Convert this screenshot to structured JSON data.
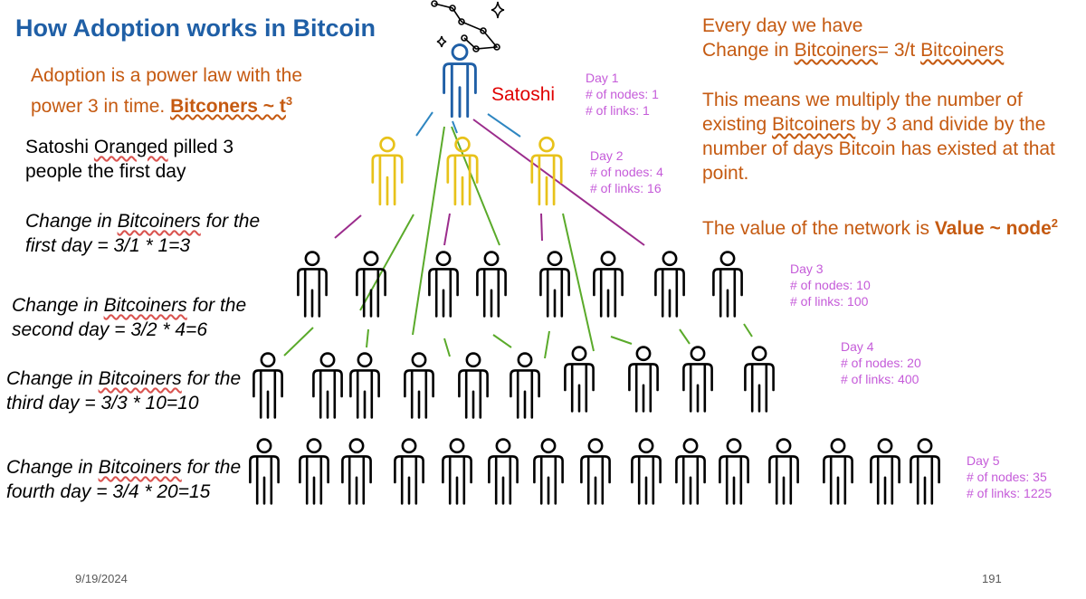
{
  "title": "How Adoption works in Bitcoin",
  "intro": {
    "line1": "Adoption is a power law with the",
    "line2a": "power 3 in time. ",
    "formula": "Bitconers ~ t",
    "exp": "3"
  },
  "satoshi_label": "Satoshi",
  "left_notes": {
    "satoshi_a": "Satoshi ",
    "satoshi_b": "Oranged",
    "satoshi_c": " pilled 3",
    "satoshi_d": "people the first day",
    "prefix": "Change in ",
    "bitcoiners": "Bitcoiners",
    "suffix": " for the",
    "first_day": "first day = 3/1 * 1=3",
    "second_day": "second day = 3/2 * 4=6",
    "third_day": "third day = 3/3 * 10=10",
    "fourth_day": "fourth day = 3/4 * 20=15"
  },
  "days": [
    {
      "day": "Day 1",
      "nodes": "# of nodes: 1",
      "links": "# of links: 1"
    },
    {
      "day": "Day 2",
      "nodes": "# of nodes: 4",
      "links": "# of links: 16"
    },
    {
      "day": "Day 3",
      "nodes": "# of nodes: 10",
      "links": "# of links: 100"
    },
    {
      "day": "Day 4",
      "nodes": "# of nodes: 20",
      "links": "# of links: 400"
    },
    {
      "day": "Day 5",
      "nodes": "# of nodes: 35",
      "links": "# of links: 1225"
    }
  ],
  "right_text": {
    "l1": "Every day we have",
    "l2a": "Change in ",
    "l2b": "Bitcoiners",
    "l2c": "= 3/t ",
    "l2d": "Bitcoiners",
    "l3": "This means we multiply the number of",
    "l4a": "existing ",
    "l4b": "Bitcoiners",
    "l4c": " by 3 and divide by the",
    "l5": "number of days Bitcoin has existed at that",
    "l6": "point.",
    "l7a": "The value of the network is ",
    "l7b": "Value ~ node",
    "l7exp": "2"
  },
  "footer": {
    "date": "9/19/2024",
    "page": "191"
  },
  "colors": {
    "title": "#1f5fa6",
    "orange": "#c55a11",
    "magenta": "#c55bd9",
    "satoshi_figure": "#1f5fa6",
    "day2_figures": "#e8c21a",
    "green_links": "#5aaa2a",
    "purple_links": "#9b2c8c",
    "blue_links": "#2e86c1"
  },
  "icons": [
    "constellation-icon",
    "sparkle-star-icon",
    "person-icon"
  ]
}
